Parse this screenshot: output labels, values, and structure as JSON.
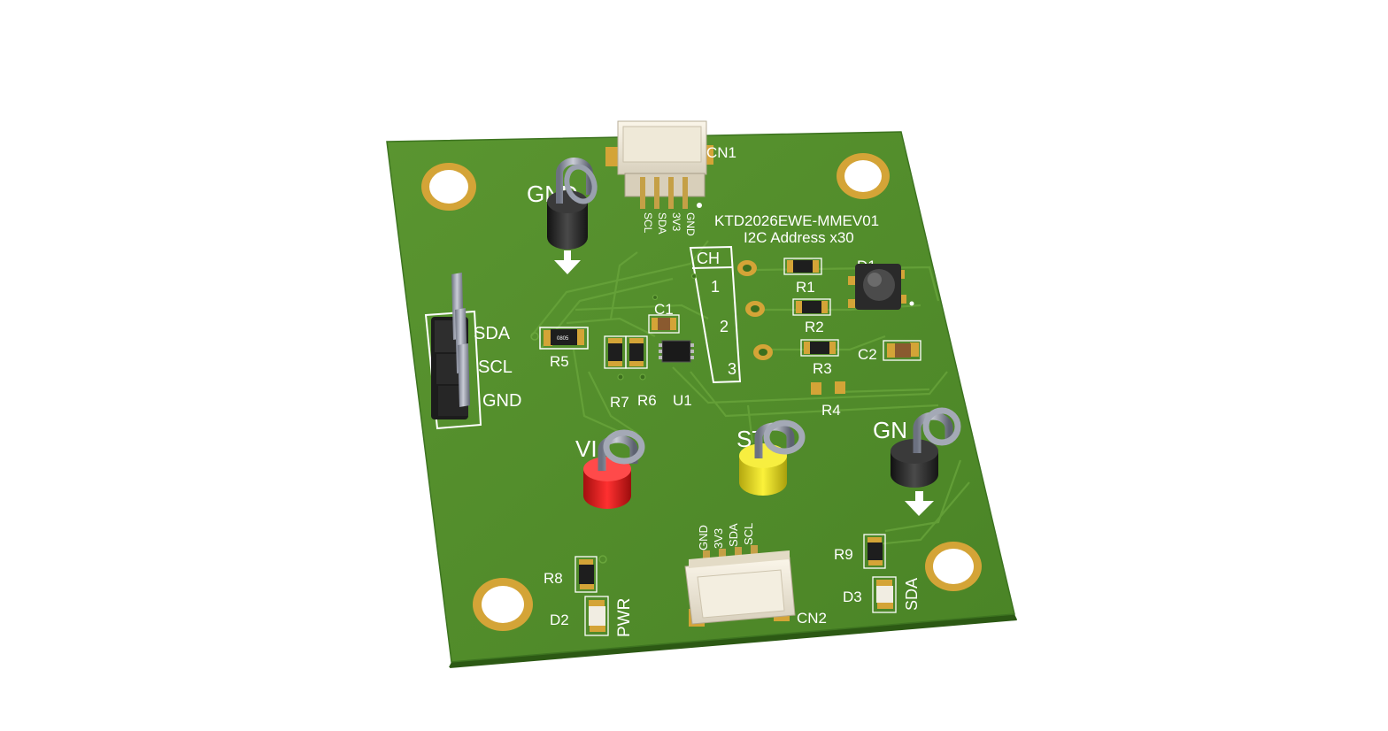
{
  "board": {
    "title": "KTD2026EWE-MMEV01",
    "subtitle": "I2C Address x30",
    "colors": {
      "soldermask": "#4f8a2a",
      "soldermask_edge": "#2f5e16",
      "silkscreen": "#ffffff",
      "copper_pad": "#d4a437",
      "background": "#ffffff"
    }
  },
  "connectors": {
    "cn1": {
      "ref": "CN1",
      "pins": [
        "SCL",
        "SDA",
        "3V3",
        "GND"
      ]
    },
    "cn2": {
      "ref": "CN2",
      "pins": [
        "GND",
        "3V3",
        "SDA",
        "SCL"
      ]
    },
    "header": {
      "pins": [
        "SDA",
        "SCL",
        "GND"
      ]
    }
  },
  "channel_table": {
    "header": "CH",
    "rows": [
      "1",
      "2",
      "3"
    ]
  },
  "components": {
    "r1": "R1",
    "r2": "R2",
    "r3": "R3",
    "r4": "R4",
    "r5": "R5",
    "r6": "R6",
    "r7": "R7",
    "r8": "R8",
    "r9": "R9",
    "c1": "C1",
    "c2": "C2",
    "u1": "U1",
    "d1": "D1",
    "d2": "D2",
    "d3": "D3",
    "resistor_marking": "0805"
  },
  "test_points": {
    "gnd_top": {
      "label": "GND",
      "color": "#2b2b2b"
    },
    "vin": {
      "label": "VI",
      "color": "#e02020"
    },
    "st": {
      "label": "ST",
      "color": "#e6dc1e"
    },
    "gnd_right": {
      "label": "GN",
      "color": "#2b2b2b"
    }
  },
  "led_labels": {
    "pwr": "PWR",
    "sda": "SDA"
  }
}
